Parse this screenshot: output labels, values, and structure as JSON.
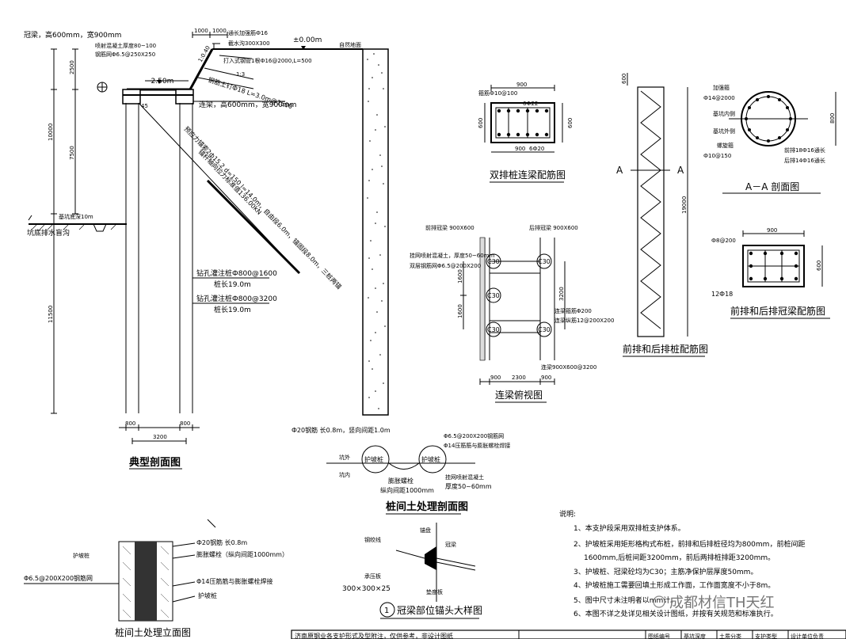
{
  "typical_section": {
    "title": "典型剖面图",
    "crown_beam": "冠梁，高600mm，宽900mm",
    "shotcrete": "喷射混凝土厚度80~100",
    "mesh": "钢筋网Φ6.5@250X250",
    "dim_1000a": "1000",
    "dim_1000b": "1000",
    "top_reinf": "通长加强筋Ф16",
    "pile_cap": "截水沟300X300",
    "nail": "打入式钢管1根Ф16@2000,L=500",
    "slope_ratio": "1:0.40",
    "slope_13": "1:3",
    "soil_nail": "钢筋土钉Ф18 L=3.0m@1500",
    "level_top": "±0.00m",
    "natural_ground": "自然地面",
    "level_250": "−2.50m",
    "angle_45": "45",
    "link_beam": "连梁，高600mm，宽900mm",
    "anchor_text_1": "预应力锚索2ф15.2 d=150 l=14.0m，自由段6.0m，锚固段8.0m，三桩两锚",
    "anchor_text_2": "锚杆轴向拉力标准值136.00kN",
    "dim_2500": "2500",
    "dim_10000": "10000",
    "dim_7500": "7500",
    "dim_11500": "11500",
    "base_thickness": "基坑底深10m",
    "drain": "坑底排水盲沟",
    "pile_front": "钻孔灌注桩Ф800@1600",
    "pile_front_len": "桩长19.0m",
    "pile_back": "钻孔灌注桩Ф800@3200",
    "pile_back_len": "桩长19.0m",
    "dim_800a": "800",
    "dim_800b": "800",
    "dim_3200": "3200"
  },
  "beam_reinf": {
    "title": "双排桩连梁配筋图",
    "dim_900_top": "900",
    "stirrup": "箍筋Ф10@100",
    "top_bar": "6Ф22",
    "dim_600_l": "600",
    "dim_600_r": "600",
    "dim_900_bot": "900",
    "bot_bar": "6Ф20"
  },
  "plan": {
    "title": "连梁俯视图",
    "front_beam": "前排冠梁 900X600",
    "back_beam": "后排冠梁 900X600",
    "shotcrete": "挂网喷射混凝土，厚度50~60mm",
    "mesh": "双层钢筋网Φ6.5@200X200",
    "c30": [
      "C30",
      "C30",
      "C30",
      "C30",
      "C30"
    ],
    "dim_1600a": "1600",
    "dim_1600b": "1600",
    "dim_3200": "3200",
    "rebar_200": "连梁箍筋Φ200",
    "rebar_12": "连梁纵筋12@200X200",
    "link_beam": "连梁900X600@3200",
    "dim_900a": "900",
    "dim_2300": "2300",
    "dim_900b": "900"
  },
  "pile_elev": {
    "title": "前排和后排桩配筋图",
    "dim_600": "600",
    "dim_19000": "19000",
    "section_a_left": "A",
    "section_a_right": "A"
  },
  "section_aa": {
    "title": "A－A 剖面图",
    "hoop": "加强箍",
    "hoop_spec": "Ф14@2000",
    "pit_in": "基坑内侧",
    "pit_out": "基坑外侧",
    "spiral": "螺旋箍",
    "spiral_spec": "Ф10@150",
    "main_front": "前排18Ф16通长",
    "main_back": "后排14Ф16通长",
    "dim_800": "800"
  },
  "cap_reinf": {
    "title": "前排和后排冠梁配筋图",
    "dim_900": "900",
    "stirrup": "Ф8@200",
    "dim_600": "600",
    "bar": "12Ф18"
  },
  "soil_between": {
    "title": "桩间土处理剖面图",
    "bar": "Ф20钢筋 长0.8m，竖向间距1.0m",
    "mesh": "Φ6.5@200X200钢筋网",
    "press": "Φ14压筋筋与膨胀螺栓焊接",
    "outside": "坑外",
    "inside": "坑内",
    "pile_a": "护坡桩",
    "pile_b": "护坡桩",
    "bolt": "膨胀螺栓",
    "spacing": "纵向间距1000mm",
    "concrete": "挂网喷射混凝土",
    "thickness": "厚度50~60mm"
  },
  "soil_elev": {
    "title": "桩间土处理立面图",
    "bar": "Ф20钢筋 长0.8m",
    "bolt": "膨胀螺栓（纵向间距1000mm）",
    "pile_l": "护坡桩",
    "mesh": "Φ6.5@200X200钢筋网",
    "press": "Φ14压筋筋与膨胀螺栓焊接",
    "pile_r": "护坡桩"
  },
  "anchor_detail": {
    "title": "冠梁部位锚头大样图",
    "number": "1",
    "strand": "钢绞线",
    "head": "锚盘",
    "beam": "冠梁",
    "plate": "承压板",
    "plate_size": "300×300×25",
    "wedge": "垫度板"
  },
  "notes": {
    "heading": "说明:",
    "items": [
      "1、本支护段采用双排桩支护体系。",
      "2、护坡桩采用矩形格构式布桩，前排和后排桩径均为800mm，前桩间距",
      "1600mm,后桩间距3200mm，前后两排桩排距3200mm。",
      "3、护坡桩、冠梁砼均为C30；主筋净保护层厚度50mm。",
      "4、护坡桩施工需要回填土形成工作面，工作面宽度不小于8m。",
      "5、图中尺寸未注明者以mm计。",
      "6、本图不详之处详见相关设计图纸，并按有关规范和标准执行。"
    ],
    "watermark": "成都材信TH天红"
  },
  "title_block": {
    "text": "济南原钢业各支护形式及型附注，仅供参考，非设计图纸",
    "cells": [
      "",
      "",
      "图纸编号",
      "基坑深度",
      "土质分类",
      "支护类型",
      "设计单位负责"
    ]
  }
}
